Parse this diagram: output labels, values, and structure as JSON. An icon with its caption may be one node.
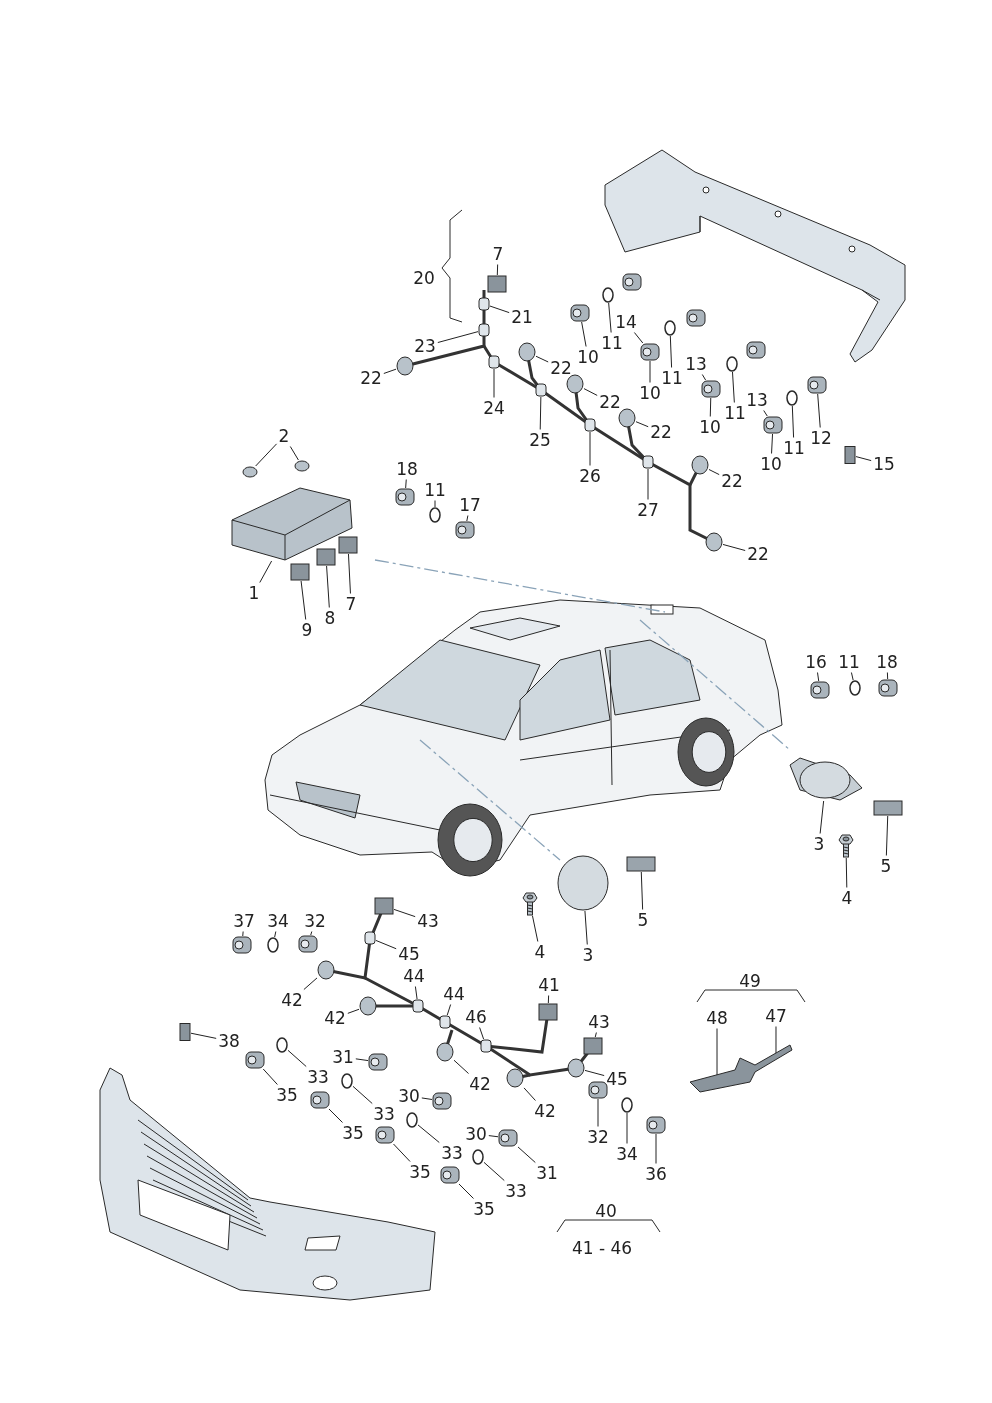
{
  "diagram": {
    "nodes": [
      {
        "text": [
          "7"
        ]
      },
      {
        "text": [
          "21"
        ]
      },
      {
        "text": [
          "23"
        ]
      },
      {
        "text": [
          "22"
        ]
      },
      {
        "text": [
          "24"
        ]
      },
      {
        "text": [
          "22"
        ]
      },
      {
        "text": [
          "10"
        ]
      },
      {
        "text": [
          "11"
        ]
      },
      {
        "text": [
          "14"
        ]
      },
      {
        "text": [
          "10"
        ]
      },
      {
        "text": [
          "11"
        ]
      },
      {
        "text": [
          "22"
        ]
      },
      {
        "text": [
          "22"
        ]
      },
      {
        "text": [
          "25"
        ]
      },
      {
        "text": [
          "13"
        ]
      },
      {
        "text": [
          "10"
        ]
      },
      {
        "text": [
          "11"
        ]
      },
      {
        "text": [
          "13"
        ]
      },
      {
        "text": [
          "10"
        ]
      },
      {
        "text": [
          "11"
        ]
      },
      {
        "text": [
          "12"
        ]
      },
      {
        "text": [
          "15"
        ]
      },
      {
        "text": [
          "26"
        ]
      },
      {
        "text": [
          "27"
        ]
      },
      {
        "text": [
          "22"
        ]
      },
      {
        "text": [
          "22"
        ]
      },
      {
        "text": [
          "2"
        ]
      },
      {
        "text": [
          "18"
        ]
      },
      {
        "text": [
          "11"
        ]
      },
      {
        "text": [
          "17"
        ]
      },
      {
        "text": [
          "1"
        ]
      },
      {
        "text": [
          "9"
        ]
      },
      {
        "text": [
          "8"
        ]
      },
      {
        "text": [
          "7"
        ]
      },
      {
        "text": [
          "16"
        ]
      },
      {
        "text": [
          "11"
        ]
      },
      {
        "text": [
          "18"
        ]
      },
      {
        "text": [
          "3"
        ]
      },
      {
        "text": [
          "5"
        ]
      },
      {
        "text": [
          "4"
        ]
      },
      {
        "text": [
          "4"
        ]
      },
      {
        "text": [
          "3"
        ]
      },
      {
        "text": [
          "5"
        ]
      },
      {
        "text": [
          "37"
        ]
      },
      {
        "text": [
          "34"
        ]
      },
      {
        "text": [
          "32"
        ]
      },
      {
        "text": [
          "43"
        ]
      },
      {
        "text": [
          "45"
        ]
      },
      {
        "text": [
          "42"
        ]
      },
      {
        "text": [
          "44"
        ]
      },
      {
        "text": [
          "44"
        ]
      },
      {
        "text": [
          "41"
        ]
      },
      {
        "text": [
          "42"
        ]
      },
      {
        "text": [
          "46"
        ]
      },
      {
        "text": [
          "43"
        ]
      },
      {
        "text": [
          "38"
        ]
      },
      {
        "text": [
          "31"
        ]
      },
      {
        "text": [
          "42"
        ]
      },
      {
        "text": [
          "45"
        ]
      },
      {
        "text": [
          "33"
        ]
      },
      {
        "text": [
          "35"
        ]
      },
      {
        "text": [
          "30"
        ]
      },
      {
        "text": [
          "42"
        ]
      },
      {
        "text": [
          "33"
        ]
      },
      {
        "text": [
          "35"
        ]
      },
      {
        "text": [
          "30"
        ]
      },
      {
        "text": [
          "32"
        ]
      },
      {
        "text": [
          "34"
        ]
      },
      {
        "text": [
          "36"
        ]
      },
      {
        "text": [
          "33"
        ]
      },
      {
        "text": [
          "35"
        ]
      },
      {
        "text": [
          "31"
        ]
      },
      {
        "text": [
          "33"
        ]
      },
      {
        "text": [
          "35"
        ]
      },
      {
        "text": [
          "48"
        ]
      },
      {
        "text": [
          "47"
        ]
      },
      {
        "text": [],
        "shape": "box"
      },
      {
        "text": [],
        "shape": "box"
      },
      {
        "text": [],
        "shape": "box"
      },
      {
        "text": [],
        "shape": "circle"
      },
      {
        "text": [],
        "shape": "box"
      },
      {
        "text": [],
        "shape": "circle"
      },
      {
        "text": [],
        "shape": "box"
      },
      {
        "text": [],
        "shape": "circle"
      },
      {
        "text": [],
        "shape": "box"
      },
      {
        "text": [],
        "shape": "circle"
      },
      {
        "text": [],
        "shape": "circle"
      },
      {
        "text": [],
        "shape": "circle"
      },
      {
        "text": [],
        "shape": "box"
      },
      {
        "text": [],
        "shape": "box"
      },
      {
        "text": [],
        "shape": "circle"
      },
      {
        "text": [],
        "shape": "box"
      },
      {
        "text": [],
        "shape": "circle"
      },
      {
        "text": [],
        "shape": "box"
      },
      {
        "text": [],
        "shape": "box"
      },
      {
        "text": [],
        "shape": "box"
      },
      {
        "text": [],
        "shape": "box"
      },
      {
        "text": [],
        "shape": "circle"
      },
      {
        "text": [],
        "shape": "circle"
      },
      {
        "text": [],
        "shape": "circle"
      },
      {
        "text": [],
        "shape": "circle"
      },
      {
        "text": [],
        "shape": "box"
      },
      {
        "text": [],
        "shape": "circle"
      },
      {
        "text": [],
        "shape": "box"
      },
      {
        "text": [],
        "shape": "picture"
      },
      {
        "text": [],
        "shape": "box"
      },
      {
        "text": [],
        "shape": "box"
      },
      {
        "text": [],
        "shape": "box"
      },
      {
        "text": [],
        "shape": "box"
      },
      {
        "text": [],
        "shape": "circle"
      },
      {
        "text": [],
        "shape": "box"
      },
      {
        "text": [],
        "shape": "picture"
      },
      {
        "text": [],
        "shape": "box"
      },
      {
        "text": [],
        "shape": "picture"
      },
      {
        "text": [],
        "shape": "picture"
      },
      {
        "text": [],
        "shape": "circle"
      },
      {
        "text": [],
        "shape": "box"
      },
      {
        "text": [],
        "shape": "box"
      },
      {
        "text": [],
        "shape": "circle"
      },
      {
        "text": [],
        "shape": "box"
      },
      {
        "text": [],
        "shape": "box"
      },
      {
        "text": [],
        "shape": "box"
      },
      {
        "text": [],
        "shape": "circle"
      },
      {
        "text": [],
        "shape": "box"
      },
      {
        "text": [],
        "shape": "box"
      },
      {
        "text": [],
        "shape": "box"
      },
      {
        "text": [],
        "shape": "circle"
      },
      {
        "text": [],
        "shape": "box"
      },
      {
        "text": [],
        "shape": "box"
      },
      {
        "text": [],
        "shape": "box"
      },
      {
        "text": [],
        "shape": "box"
      },
      {
        "text": [],
        "shape": "circle"
      },
      {
        "text": [],
        "shape": "circle"
      },
      {
        "text": [],
        "shape": "circle"
      },
      {
        "text": [],
        "shape": "box"
      },
      {
        "text": [],
        "shape": "box"
      },
      {
        "text": [],
        "shape": "circle"
      },
      {
        "text": [],
        "shape": "circle"
      },
      {
        "text": [],
        "shape": "box"
      },
      {
        "text": [],
        "shape": "box"
      },
      {
        "text": [],
        "shape": "box"
      },
      {
        "text": [],
        "shape": "circle"
      },
      {
        "text": [],
        "shape": "box"
      },
      {
        "text": [],
        "shape": "circle"
      },
      {
        "text": [],
        "shape": "box"
      },
      {
        "text": [],
        "shape": "circle"
      },
      {
        "text": [],
        "shape": "box"
      },
      {
        "text": [],
        "shape": "picture"
      }
    ],
    "edges": [
      {
        "from": 0,
        "to": 76,
        "arrow": "none"
      },
      {
        "from": 1,
        "to": 77,
        "arrow": "none"
      },
      {
        "from": 2,
        "to": 78,
        "arrow": "none"
      },
      {
        "from": 3,
        "to": 79,
        "arrow": "none"
      },
      {
        "from": 4,
        "to": 80,
        "arrow": "none"
      },
      {
        "from": 5,
        "to": 81,
        "arrow": "none"
      },
      {
        "from": 6,
        "to": 82,
        "arrow": "none"
      },
      {
        "from": 7,
        "to": 83,
        "arrow": "none"
      },
      {
        "from": 8,
        "to": 84,
        "arrow": "none"
      },
      {
        "from": 9,
        "to": 84,
        "arrow": "none"
      },
      {
        "from": 10,
        "to": 85,
        "arrow": "none"
      },
      {
        "from": 11,
        "to": 86,
        "arrow": "none"
      },
      {
        "from": 12,
        "to": 87,
        "arrow": "none"
      },
      {
        "from": 13,
        "to": 88,
        "arrow": "none"
      },
      {
        "from": 14,
        "to": 89,
        "arrow": "none"
      },
      {
        "from": 15,
        "to": 89,
        "arrow": "none"
      },
      {
        "from": 16,
        "to": 90,
        "arrow": "none"
      },
      {
        "from": 17,
        "to": 91,
        "arrow": "none"
      },
      {
        "from": 18,
        "to": 91,
        "arrow": "none"
      },
      {
        "from": 19,
        "to": 92,
        "arrow": "none"
      },
      {
        "from": 20,
        "to": 93,
        "arrow": "none"
      },
      {
        "from": 21,
        "to": 94,
        "arrow": "none"
      },
      {
        "from": 22,
        "to": 95,
        "arrow": "none"
      },
      {
        "from": 23,
        "to": 96,
        "arrow": "none"
      },
      {
        "from": 24,
        "to": 97,
        "arrow": "none"
      },
      {
        "from": 25,
        "to": 98,
        "arrow": "none"
      },
      {
        "from": 26,
        "to": 99,
        "arrow": "none"
      },
      {
        "from": 26,
        "to": 100,
        "arrow": "none"
      },
      {
        "from": 27,
        "to": 101,
        "arrow": "none"
      },
      {
        "from": 28,
        "to": 102,
        "arrow": "none"
      },
      {
        "from": 29,
        "to": 103,
        "arrow": "none"
      },
      {
        "from": 30,
        "to": 104,
        "arrow": "none"
      },
      {
        "from": 31,
        "to": 105,
        "arrow": "none"
      },
      {
        "from": 32,
        "to": 106,
        "arrow": "none"
      },
      {
        "from": 33,
        "to": 107,
        "arrow": "none"
      },
      {
        "from": 34,
        "to": 108,
        "arrow": "none"
      },
      {
        "from": 35,
        "to": 109,
        "arrow": "none"
      },
      {
        "from": 36,
        "to": 110,
        "arrow": "none"
      },
      {
        "from": 37,
        "to": 111,
        "arrow": "none"
      },
      {
        "from": 38,
        "to": 112,
        "arrow": "none"
      },
      {
        "from": 39,
        "to": 113,
        "arrow": "none"
      },
      {
        "from": 40,
        "to": 114,
        "arrow": "none"
      },
      {
        "from": 41,
        "to": 115,
        "arrow": "none"
      },
      {
        "from": 42,
        "to": 116,
        "arrow": "none"
      },
      {
        "from": 43,
        "to": 117,
        "arrow": "none"
      },
      {
        "from": 44,
        "to": 118,
        "arrow": "none"
      },
      {
        "from": 45,
        "to": 119,
        "arrow": "none"
      },
      {
        "from": 46,
        "to": 120,
        "arrow": "none"
      },
      {
        "from": 47,
        "to": 121,
        "arrow": "none"
      },
      {
        "from": 48,
        "to": 122,
        "arrow": "none"
      },
      {
        "from": 49,
        "to": 123,
        "arrow": "none"
      },
      {
        "from": 50,
        "to": 124,
        "arrow": "none"
      },
      {
        "from": 51,
        "to": 125,
        "arrow": "none"
      },
      {
        "from": 52,
        "to": 126,
        "arrow": "none"
      },
      {
        "from": 53,
        "to": 127,
        "arrow": "none"
      },
      {
        "from": 54,
        "to": 128,
        "arrow": "none"
      },
      {
        "from": 55,
        "to": 129,
        "arrow": "none"
      },
      {
        "from": 56,
        "to": 130,
        "arrow": "none"
      },
      {
        "from": 57,
        "to": 131,
        "arrow": "none"
      },
      {
        "from": 58,
        "to": 132,
        "arrow": "none"
      },
      {
        "from": 59,
        "to": 133,
        "arrow": "none"
      },
      {
        "from": 60,
        "to": 134,
        "arrow": "none"
      },
      {
        "from": 61,
        "to": 135,
        "arrow": "none"
      },
      {
        "from": 62,
        "to": 136,
        "arrow": "none"
      },
      {
        "from": 63,
        "to": 137,
        "arrow": "none"
      },
      {
        "from": 64,
        "to": 138,
        "arrow": "none"
      },
      {
        "from": 65,
        "to": 139,
        "arrow": "none"
      },
      {
        "from": 66,
        "to": 140,
        "arrow": "none"
      },
      {
        "from": 67,
        "to": 141,
        "arrow": "none"
      },
      {
        "from": 68,
        "to": 142,
        "arrow": "none"
      },
      {
        "from": 69,
        "to": 143,
        "arrow": "none"
      },
      {
        "from": 70,
        "to": 144,
        "arrow": "none"
      },
      {
        "from": 71,
        "to": 139,
        "arrow": "none"
      },
      {
        "from": 72,
        "to": 145,
        "arrow": "none"
      },
      {
        "from": 73,
        "to": 146,
        "arrow": "none"
      },
      {
        "from": 74,
        "to": 147,
        "arrow": "none"
      },
      {
        "from": 75,
        "to": 147,
        "arrow": "none"
      }
    ],
    "labels": [
      "20",
      "49",
      "40",
      "41 - 46"
    ]
  }
}
